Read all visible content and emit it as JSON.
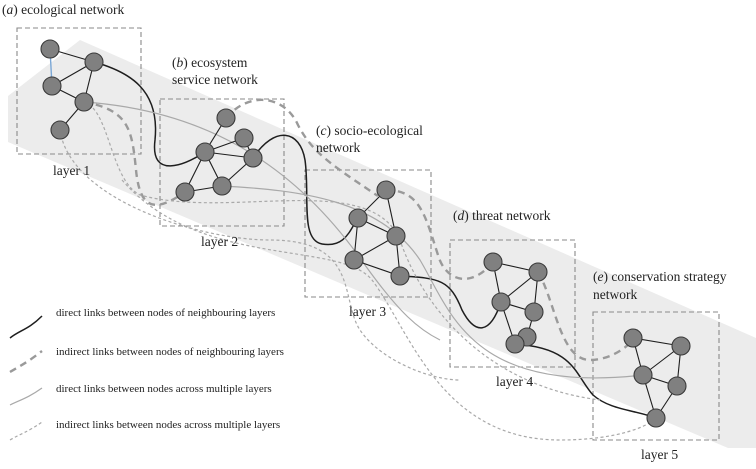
{
  "layers": [
    {
      "title_letter": "a",
      "title_lines": [
        "ecological network"
      ],
      "label": "layer 1"
    },
    {
      "title_letter": "b",
      "title_lines": [
        "ecosystem",
        "service network"
      ],
      "label": "layer 2"
    },
    {
      "title_letter": "c",
      "title_lines": [
        "socio-ecological",
        "network"
      ],
      "label": "layer 3"
    },
    {
      "title_letter": "d",
      "title_lines": [
        "threat network"
      ],
      "label": "layer 4"
    },
    {
      "title_letter": "e",
      "title_lines": [
        "conservation strategy",
        "network"
      ],
      "label": "layer 5"
    }
  ],
  "legend": [
    {
      "style": "direct-adjacent",
      "label": "direct links between nodes of neighbouring layers"
    },
    {
      "style": "indirect-adjacent",
      "label": "indirect links between nodes of neighbouring layers"
    },
    {
      "style": "direct-multi",
      "label": "direct links between nodes across multiple layers"
    },
    {
      "style": "indirect-multi",
      "label": "indirect links between nodes across multiple layers"
    }
  ],
  "colors": {
    "node_fill": "#808080",
    "node_stroke": "#3a3a3a",
    "band": "#ececec",
    "highlight_edge": "#7aa7d6"
  }
}
